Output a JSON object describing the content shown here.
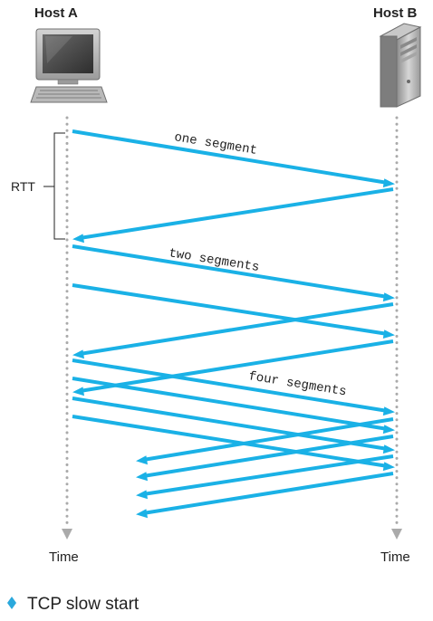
{
  "hosts": {
    "a_label": "Host A",
    "b_label": "Host B"
  },
  "timeline": {
    "a_time_label": "Time",
    "b_time_label": "Time"
  },
  "rtt": {
    "label": "RTT"
  },
  "segment_labels": {
    "one": "one segment",
    "two": "two segments",
    "four": "four segments"
  },
  "caption": {
    "text": "TCP slow start"
  },
  "colors": {
    "arrow": "#1ab1e6",
    "timeline": "#aaaaaa",
    "caption_bullet": "#2aa8dc"
  },
  "icons": {
    "host_a": "desktop-computer-icon",
    "host_b": "server-tower-icon"
  }
}
